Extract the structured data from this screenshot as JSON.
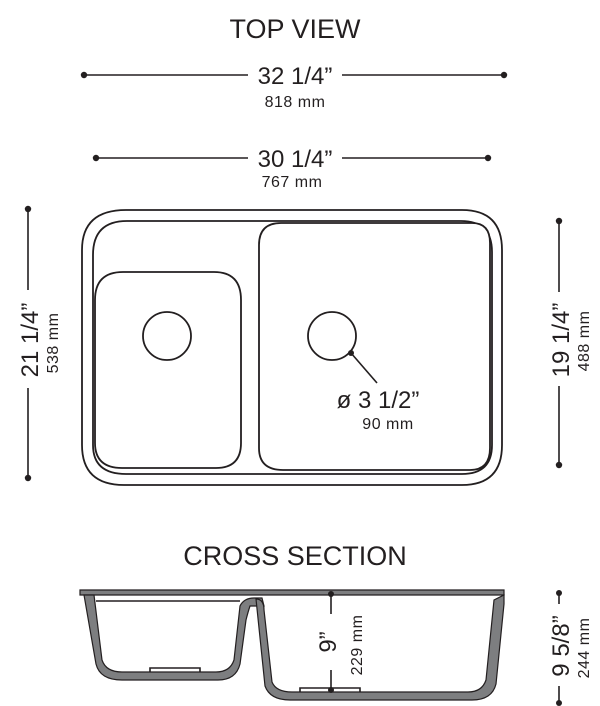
{
  "top_view": {
    "title": "TOP VIEW",
    "overall_width": {
      "inches": "32 1/4”",
      "mm": "818 mm"
    },
    "bowl_width": {
      "inches": "30 1/4”",
      "mm": "767 mm"
    },
    "overall_depth": {
      "inches": "21 1/4”",
      "mm": "538 mm"
    },
    "bowl_depth": {
      "inches": "19 1/4”",
      "mm": "488 mm"
    },
    "drain": {
      "inches": "ø 3 1/2”",
      "mm": "90 mm"
    }
  },
  "cross_section": {
    "title": "CROSS SECTION",
    "small_bowl_depth": {
      "inches": "9”",
      "mm": "229 mm"
    },
    "large_bowl_depth": {
      "inches": "9 5/8”",
      "mm": "244 mm"
    }
  }
}
